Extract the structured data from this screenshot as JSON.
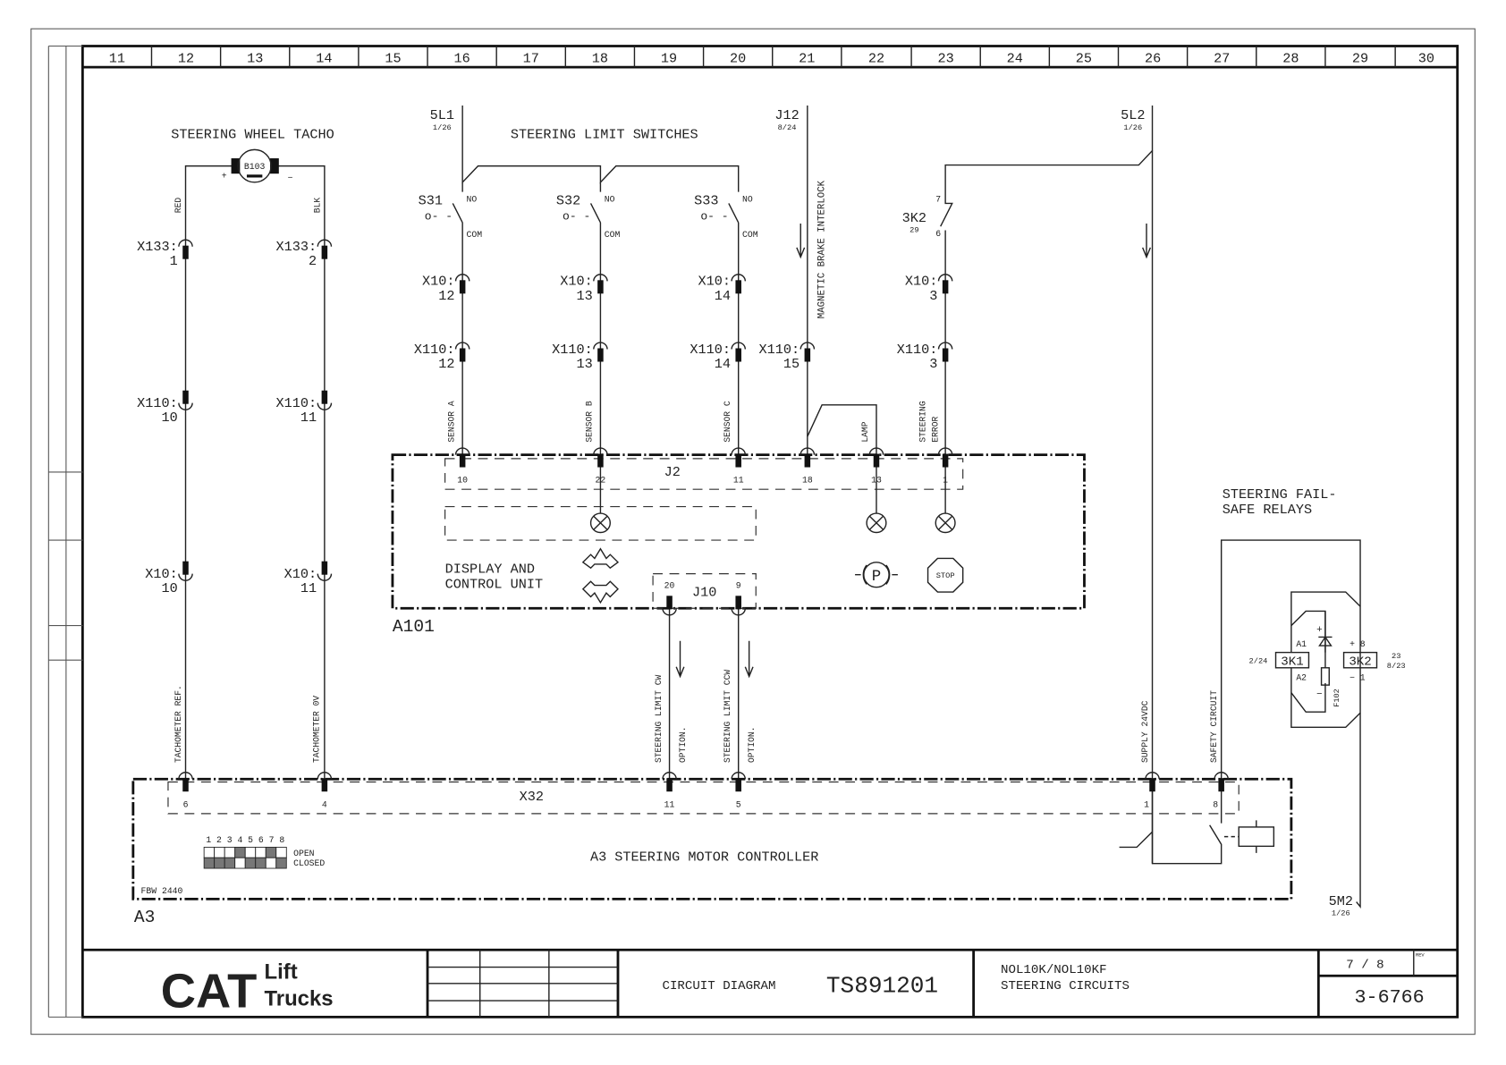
{
  "columns": [
    "11",
    "12",
    "13",
    "14",
    "15",
    "16",
    "17",
    "18",
    "19",
    "20",
    "21",
    "22",
    "23",
    "24",
    "25",
    "26",
    "27",
    "28",
    "29",
    "30"
  ],
  "tacho": {
    "title": "STEERING WHEEL TACHO",
    "motor": "B103",
    "plus": "+",
    "minus": "−",
    "wire_left": "RED",
    "wire_right": "BLK"
  },
  "limit_switches": {
    "title": "STEERING LIMIT SWITCHES",
    "switches": [
      {
        "name": "S31",
        "open": "o- -",
        "no": "NO",
        "com": "COM"
      },
      {
        "name": "S32",
        "open": "o- -",
        "no": "NO",
        "com": "COM"
      },
      {
        "name": "S33",
        "open": "o- -",
        "no": "NO",
        "com": "COM"
      }
    ]
  },
  "refs": [
    {
      "name": "5L1",
      "page": "1/26"
    },
    {
      "name": "J12",
      "page": "8/24"
    },
    {
      "name": "5L2",
      "page": "1/26"
    },
    {
      "name": "5M2",
      "page": "1/26"
    }
  ],
  "relay_contact": {
    "name": "3K2",
    "ref": "29",
    "pin_top": "7",
    "pin_bottom": "6"
  },
  "brake_label": "MAGNETIC BRAKE INTERLOCK",
  "connectors": [
    {
      "name": "X133:",
      "pin": "1"
    },
    {
      "name": "X133:",
      "pin": "2"
    },
    {
      "name": "X110:",
      "pin": "10"
    },
    {
      "name": "X110:",
      "pin": "11"
    },
    {
      "name": "X10:",
      "pin": "10"
    },
    {
      "name": "X10:",
      "pin": "11"
    },
    {
      "name": "X10:",
      "pin": "12"
    },
    {
      "name": "X10:",
      "pin": "13"
    },
    {
      "name": "X10:",
      "pin": "14"
    },
    {
      "name": "X10:",
      "pin": "3"
    },
    {
      "name": "X110:",
      "pin": "12"
    },
    {
      "name": "X110:",
      "pin": "13"
    },
    {
      "name": "X110:",
      "pin": "14"
    },
    {
      "name": "X110:",
      "pin": "15"
    },
    {
      "name": "X110:",
      "pin": "3"
    }
  ],
  "a101": {
    "label": "A101",
    "signals": [
      "SENSOR A",
      "SENSOR B",
      "SENSOR C",
      "LAMP",
      "STEERING",
      "ERROR"
    ],
    "j2": {
      "name": "J2",
      "pins": [
        "10",
        "22",
        "11",
        "18",
        "13",
        "1"
      ]
    },
    "title_line1": "DISPLAY AND",
    "title_line2": "CONTROL UNIT",
    "parking": "P",
    "stop": "STOP",
    "j10": {
      "name": "J10",
      "pins": [
        "20",
        "9"
      ]
    }
  },
  "wire_labels": {
    "tacho_ref": "TACHOMETER REF.",
    "tacho_0v": "TACHOMETER 0V",
    "limit_cw": "STEERING LIMIT CW",
    "limit_ccw": "STEERING LIMIT CCW",
    "option": "OPTION.",
    "supply": "SUPPLY 24VDC",
    "safety": "SAFETY CIRCUIT"
  },
  "a3": {
    "label": "A3",
    "title": "A3 STEERING MOTOR CONTROLLER",
    "x32": {
      "name": "X32",
      "pins": [
        "6",
        "4",
        "11",
        "5",
        "1",
        "8"
      ]
    },
    "part": "FBW 2440",
    "dip": {
      "numbers": "1 2 3 4 5 6 7 8",
      "open_label": "OPEN",
      "closed_label": "CLOSED",
      "open_switches": [
        4,
        7
      ]
    }
  },
  "failsafe": {
    "title_line1": "STEERING FAIL-",
    "title_line2": "SAFE RELAYS",
    "k1": {
      "name": "3K1",
      "ref": "2/24",
      "a1": "A1",
      "a2": "A2"
    },
    "k2": {
      "name": "3K2",
      "plus_pin": "+ 8",
      "minus_pin": "− 1",
      "ref1": "23",
      "ref2": "8/23"
    },
    "diode_plus": "+",
    "diode_minus": "−",
    "fuse": "F102"
  },
  "title_block": {
    "logo_main": "CAT",
    "logo_sub1": "Lift",
    "logo_sub2": "Trucks",
    "doc_type": "CIRCUIT DIAGRAM",
    "doc_number": "TS891201",
    "model": "NOL10K/NOL10KF",
    "subject": "STEERING CIRCUITS",
    "sheet": "7 / 8",
    "rev_label": "REV",
    "drawing_number": "3-6766"
  }
}
